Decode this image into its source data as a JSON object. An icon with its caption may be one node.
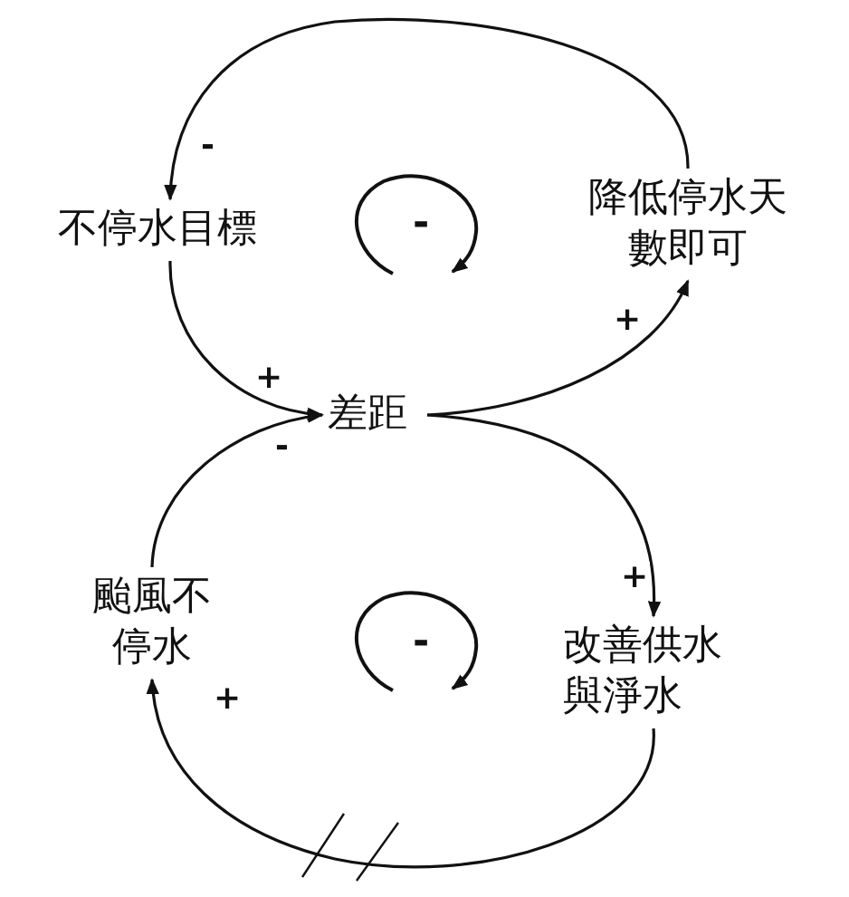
{
  "diagram": {
    "nodes": [
      {
        "text": [
          "不停水目標"
        ]
      },
      {
        "text": [
          "降低停水天數即可"
        ]
      },
      {
        "text": [
          "差距"
        ]
      },
      {
        "text": [
          "颱風不停水"
        ]
      },
      {
        "text": [
          "改善供水與淨水"
        ]
      }
    ],
    "edges": [
      {
        "from": 1,
        "to": 0,
        "arrow": "to",
        "label": "-"
      },
      {
        "from": 0,
        "to": 2,
        "arrow": "to",
        "label": "+"
      },
      {
        "from": 2,
        "to": 1,
        "arrow": "to",
        "label": "+"
      },
      {
        "from": 2,
        "to": 4,
        "arrow": "to",
        "label": "+"
      },
      {
        "from": 4,
        "to": 3,
        "arrow": "to",
        "label": "+"
      },
      {
        "from": 3,
        "to": 2,
        "arrow": "to",
        "label": "-"
      }
    ],
    "labels": [
      "-",
      "-"
    ]
  }
}
